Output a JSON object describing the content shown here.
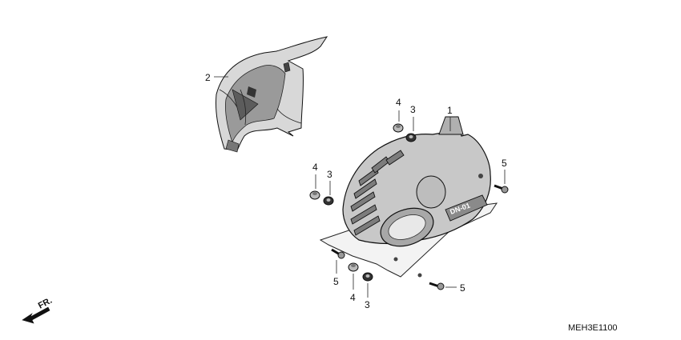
{
  "callouts": [
    {
      "label": "1"
    },
    {
      "label": "2"
    },
    {
      "label": "3"
    },
    {
      "label": "3"
    },
    {
      "label": "3"
    },
    {
      "label": "4"
    },
    {
      "label": "4"
    },
    {
      "label": "4"
    },
    {
      "label": "5"
    },
    {
      "label": "5"
    },
    {
      "label": "5"
    }
  ],
  "direction_label": "FR.",
  "diagram_code": "MEH3E1100",
  "cover_marking": "DN-01"
}
